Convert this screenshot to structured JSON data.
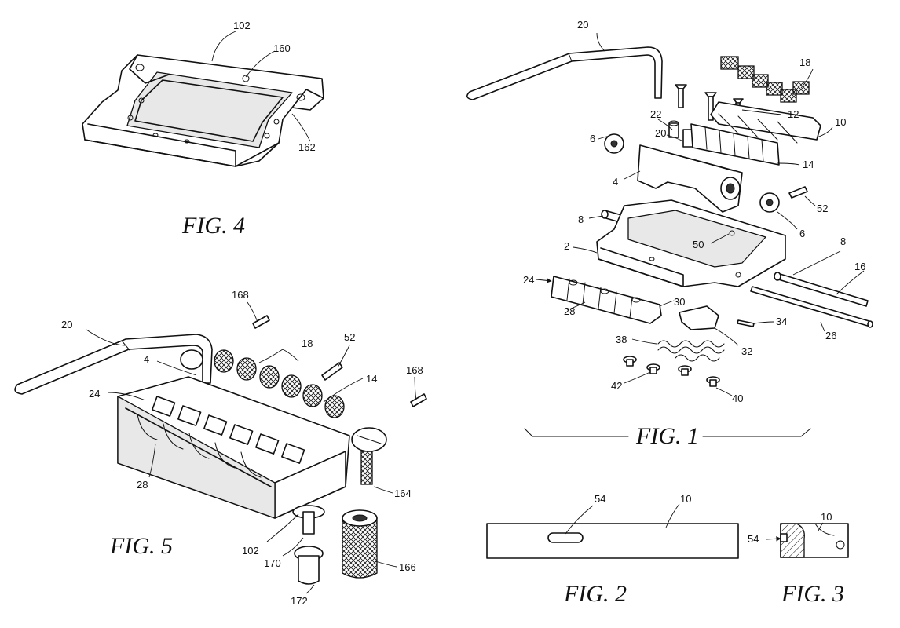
{
  "figures": {
    "fig1": "FIG. 1",
    "fig2": "FIG. 2",
    "fig3": "FIG. 3",
    "fig4": "FIG. 4",
    "fig5": "FIG. 5"
  },
  "fig1_refs": {
    "r20_arm": "20",
    "r18": "18",
    "r12": "12",
    "r10": "10",
    "r22": "22",
    "r20_part": "20",
    "r14": "14",
    "r6_left": "6",
    "r6_right": "6",
    "r4": "4",
    "r52": "52",
    "r8_left": "8",
    "r8_right": "8",
    "r50": "50",
    "r2": "2",
    "r16": "16",
    "r24": "24",
    "r30": "30",
    "r28": "28",
    "r34": "34",
    "r26": "26",
    "r38": "38",
    "r32": "32",
    "r42": "42",
    "r40": "40"
  },
  "fig2_refs": {
    "r54": "54",
    "r10": "10"
  },
  "fig3_refs": {
    "r54": "54",
    "r10": "10"
  },
  "fig4_refs": {
    "r102": "102",
    "r160": "160",
    "r162": "162"
  },
  "fig5_refs": {
    "r168_top": "168",
    "r20": "20",
    "r18": "18",
    "r52": "52",
    "r4": "4",
    "r14": "14",
    "r168_right": "168",
    "r24": "24",
    "r28": "28",
    "r164": "164",
    "r102": "102",
    "r170": "170",
    "r166": "166",
    "r172": "172"
  }
}
